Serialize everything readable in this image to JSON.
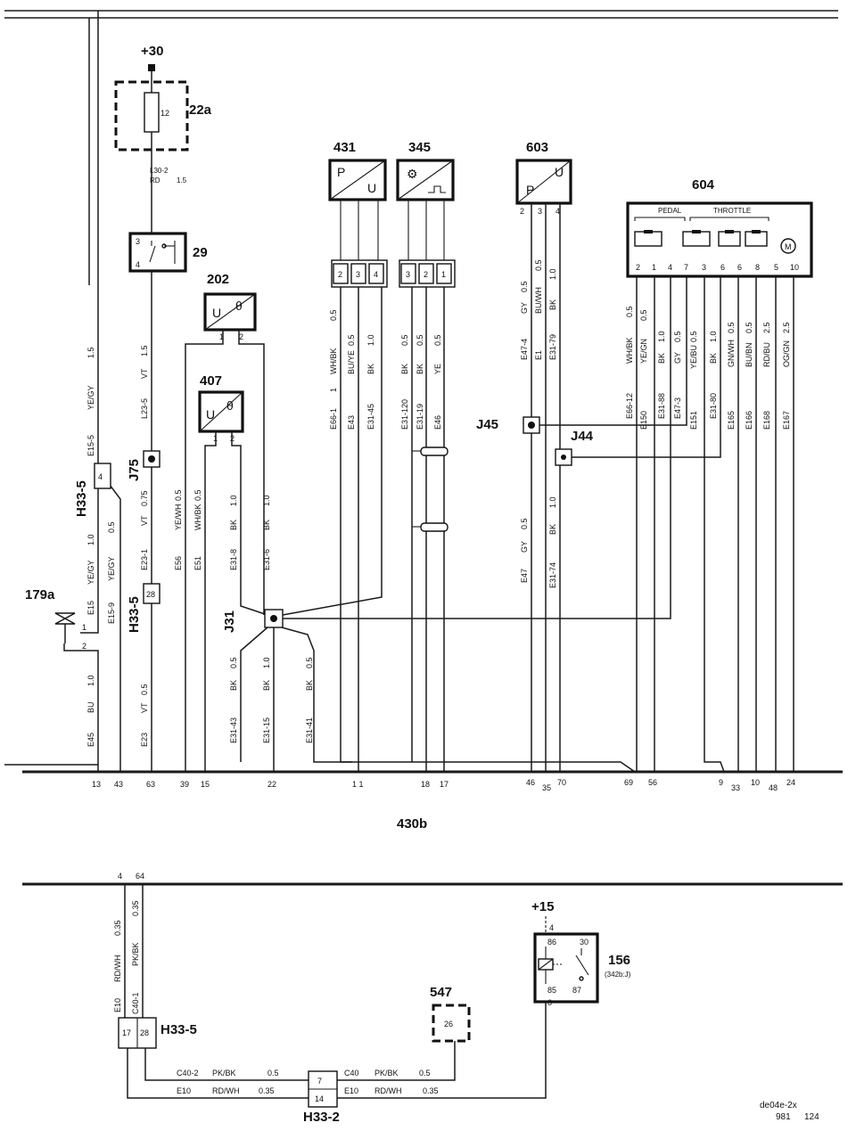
{
  "components": {
    "c22a": "22a",
    "c29": "29",
    "c202": "202",
    "c407": "407",
    "c431": "431",
    "c345": "345",
    "c603": "603",
    "c604": "604",
    "c179a": "179a",
    "c547": "547",
    "c156": "156",
    "c430b": "430b"
  },
  "supplies": {
    "plus30": "+30",
    "plus15": "+15"
  },
  "connectors": {
    "h335_a": "H33-5",
    "h335_b": "H33-5",
    "h335_c": "H33-5",
    "h332": "H33-2",
    "j75": "J75",
    "j31": "J31",
    "j45": "J45",
    "j44": "J44"
  },
  "fuse": {
    "num": "12",
    "wire_id": "L30-2",
    "wire_color": "RD",
    "wire_size": "1.5"
  },
  "sensor_letters": {
    "p": "P",
    "u": "U",
    "theta": "θ"
  },
  "relay156": {
    "note": "(342b:J)",
    "p86": "86",
    "p30": "30",
    "p85": "85",
    "p87": "87",
    "p4": "4",
    "p6": "6"
  },
  "panel604": {
    "pedal": "PEDAL",
    "throttle": "THROTTLE"
  },
  "codes": {
    "e155": "E15-5",
    "e15": "E15",
    "e159": "E15-9",
    "l235": "L23-5",
    "e231": "E23-1",
    "e45": "E45",
    "e23": "E23",
    "e56": "E56",
    "e51": "E51",
    "e318": "E31-8",
    "e316": "E31-6",
    "e3143": "E31-43",
    "e3115": "E31-15",
    "e3141": "E31-41",
    "e661": "E66-1",
    "e43": "E43",
    "e3145": "E31-45",
    "e31120": "E31-120",
    "e3119": "E31-19",
    "e46": "E46",
    "e474": "E47-4",
    "e1": "E1",
    "e3179": "E31-79",
    "e47": "E47",
    "e3174": "E31-74",
    "e6612": "E66-12",
    "e150": "E150",
    "e3188": "E31-88",
    "e473": "E47-3",
    "e151": "E151",
    "e3180": "E31-80",
    "e165": "E165",
    "e166": "E166",
    "e168": "E168",
    "e167": "E167",
    "e10": "E10",
    "c401": "C40-1",
    "c402": "C40-2",
    "c40": "C40",
    "one": "1"
  },
  "colors": {
    "yegy": "YE/GY",
    "vt": "VT",
    "yewh": "YE/WH",
    "whbk": "WH/BK",
    "bk": "BK",
    "bu": "BU",
    "buye": "BU/YE",
    "ye": "YE",
    "gy": "GY",
    "buwh": "BU/WH",
    "yegn": "YE/GN",
    "yebu": "YE/BU",
    "gnwh": "GN/WH",
    "bubn": "BU/BN",
    "rdbu": "RD/BU",
    "oggn": "OG/GN",
    "rdwh": "RD/WH",
    "pkbk": "PK/BK"
  },
  "sizes": {
    "s05": "0.5",
    "s10": "1.0",
    "s15": "1.5",
    "s075": "0.75",
    "s25": "2.5",
    "s035": "0.35"
  },
  "pins_bus1": {
    "p13": "13",
    "p43": "43",
    "p63": "63",
    "p39": "39",
    "p15": "15",
    "p22": "22",
    "p11": "1 1",
    "p18": "18",
    "p17": "17",
    "p46": "46",
    "p35": "35",
    "p70": "70",
    "p69": "69",
    "p56": "56",
    "p9": "9",
    "p33": "33",
    "p10": "10",
    "p48": "48",
    "p24": "24"
  },
  "pins_bus2": {
    "p4": "4",
    "p64": "64"
  },
  "pins_misc": {
    "p1": "1",
    "p2": "2",
    "p3": "3",
    "p4": "4",
    "p5": "5",
    "p6": "6",
    "p7": "7",
    "p8": "8",
    "p10": "10",
    "p14": "14",
    "p17": "17",
    "p26": "26",
    "p28": "28"
  },
  "footer": {
    "code": "de04e-2x",
    "page_a": "981",
    "page_b": "124"
  }
}
